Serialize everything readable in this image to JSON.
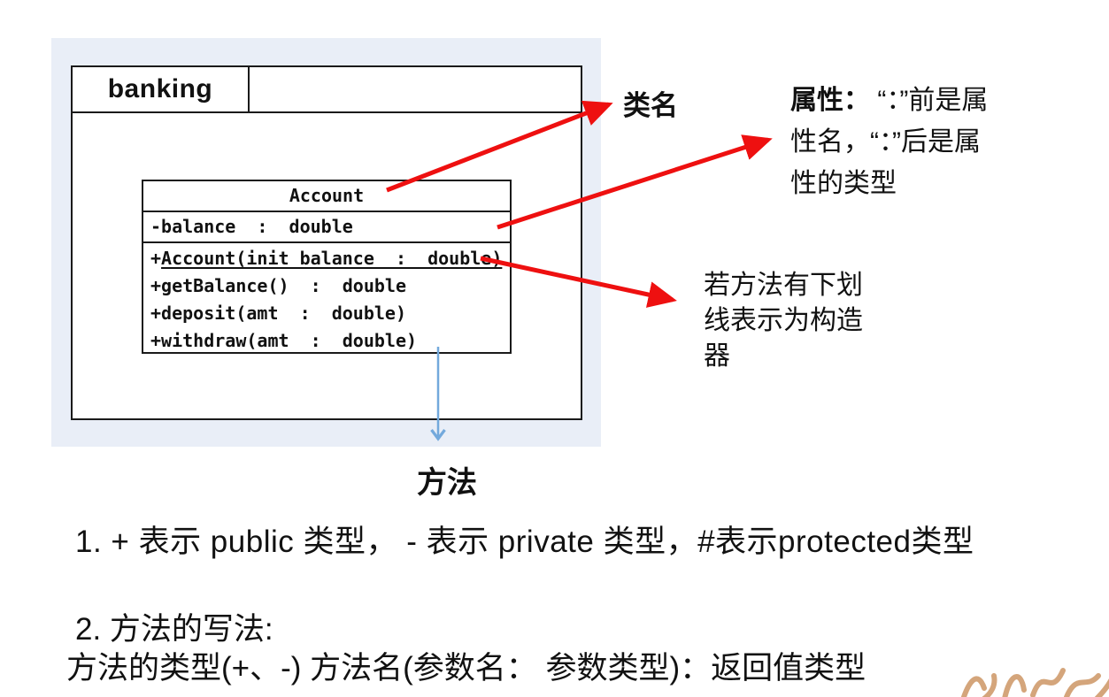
{
  "package": {
    "name": "banking"
  },
  "uml_class": {
    "title": "Account",
    "attributes": [
      "-balance  :  double"
    ],
    "methods": [
      {
        "prefix": "+",
        "signature": "Account(init_balance  :  double)",
        "underlined": true
      },
      {
        "prefix": "+",
        "signature": "getBalance()  :  double",
        "underlined": false
      },
      {
        "prefix": "+",
        "signature": "deposit(amt  :  double)",
        "underlined": false
      },
      {
        "prefix": "+",
        "signature": "withdraw(amt  :  double)",
        "underlined": false
      }
    ]
  },
  "annotations": {
    "class_name_label": "类名",
    "attribute_note": {
      "prefix": "属性：",
      "line1_rest": " “：”前是属",
      "line2": "性名，“：”后是属",
      "line3": "性的类型"
    },
    "constructor_note": {
      "line1": "若方法有下划",
      "line2": "线表示为构造",
      "line3": "器"
    },
    "method_label": "方法"
  },
  "notes": {
    "line1": "1. + 表示 public 类型， - 表示 private 类型，#表示protected类型",
    "line2": "2. 方法的写法:",
    "line3": "方法的类型(+、-) 方法名(参数名： 参数类型)：返回值类型"
  },
  "icons": {
    "watermark": "calligraphy-watermark"
  },
  "colors": {
    "panel_bg": "#e9eef7",
    "arrow_red": "#ee1010",
    "arrow_blue": "#73a9dc",
    "border_black": "#1a1a1a",
    "watermark_tan": "#cd9665"
  }
}
